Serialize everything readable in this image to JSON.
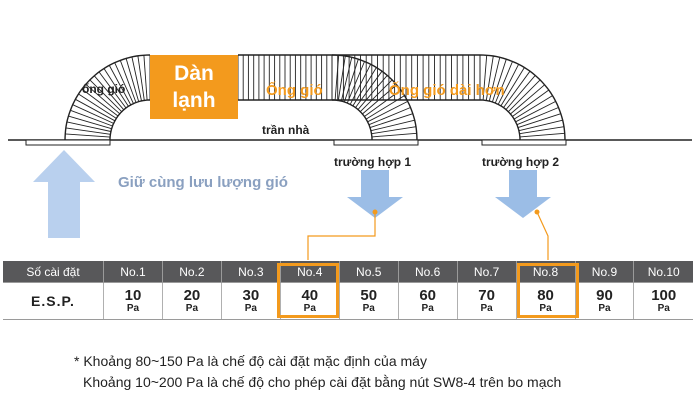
{
  "diagram": {
    "unit_label": "Dàn\nlạnh",
    "unit_label_line1": "Dàn",
    "unit_label_line2": "lạnh",
    "duct_left_label": "ống gió",
    "duct_mid_label": "Ống gió",
    "duct_long_label": "Ống gió dài hơn",
    "ceiling_label": "trần nhà",
    "airflow_label": "Giữ cùng lưu lượng gió",
    "case1_label": "trường hợp 1",
    "case2_label": "trường hợp 2",
    "colors": {
      "orange": "#f39a1d",
      "arrow_blue": "#9bbde6",
      "airflow_text": "#8aa0c0",
      "table_header": "#58585a"
    }
  },
  "table": {
    "row1_header": "Số cài đặt",
    "row2_header": "E.S.P.",
    "columns": [
      {
        "no": "No.1",
        "value": "10",
        "unit": "Pa"
      },
      {
        "no": "No.2",
        "value": "20",
        "unit": "Pa"
      },
      {
        "no": "No.3",
        "value": "30",
        "unit": "Pa"
      },
      {
        "no": "No.4",
        "value": "40",
        "unit": "Pa"
      },
      {
        "no": "No.5",
        "value": "50",
        "unit": "Pa"
      },
      {
        "no": "No.6",
        "value": "60",
        "unit": "Pa"
      },
      {
        "no": "No.7",
        "value": "70",
        "unit": "Pa"
      },
      {
        "no": "No.8",
        "value": "80",
        "unit": "Pa"
      },
      {
        "no": "No.9",
        "value": "90",
        "unit": "Pa"
      },
      {
        "no": "No.10",
        "value": "100",
        "unit": "Pa"
      }
    ],
    "highlighted": [
      "No.4",
      "No.8"
    ]
  },
  "notes": {
    "line1": "* Khoảng 80~150 Pa là chế độ cài đặt mặc định của máy",
    "line2": "Khoảng 10~200 Pa là chế độ cho phép cài đặt bằng nút SW8-4 trên bo mạch"
  }
}
